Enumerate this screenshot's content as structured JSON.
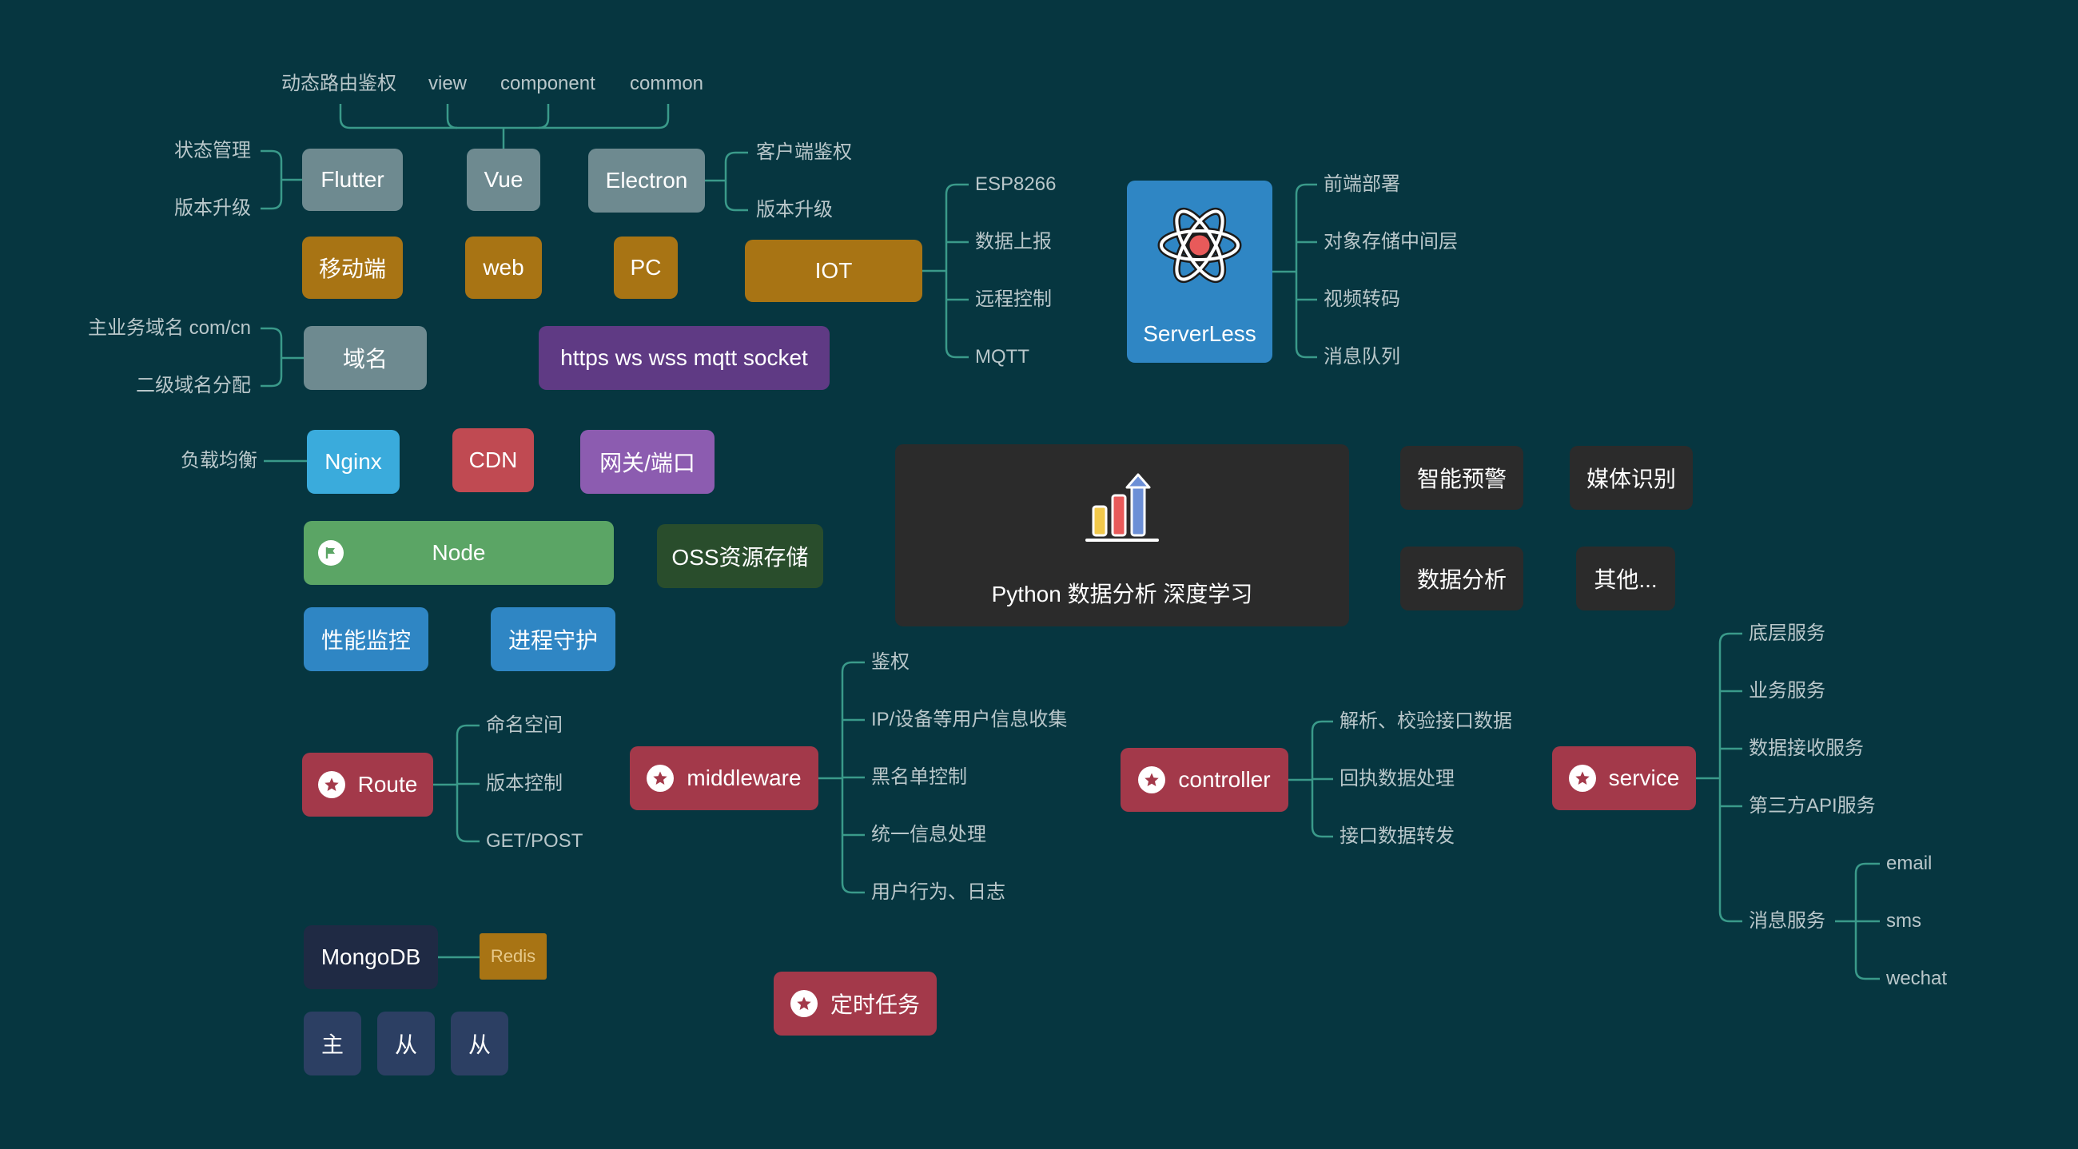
{
  "colors": {
    "background": "#063640",
    "connector": "#3a9a8a",
    "gray_node": "#6e8a90",
    "orange_node": "#a87414",
    "purple_node": "#5f3a84",
    "light_blue_node": "#3aabdc",
    "red_node": "#c04a52",
    "violet_node": "#8c5cb0",
    "green_node": "#5ba565",
    "dark_green_node": "#294d2c",
    "blue_node": "#2f86c4",
    "crimson_node": "#a3394a",
    "navy_node": "#1f2a44",
    "slate_node": "#2c3f63",
    "dark_card": "#2b2b2b"
  },
  "top_labels": [
    "动态路由鉴权",
    "view",
    "component",
    "common"
  ],
  "frameworks": {
    "flutter": "Flutter",
    "vue": "Vue",
    "electron": "Electron",
    "flutter_children": [
      "状态管理",
      "版本升级"
    ],
    "electron_children": [
      "客户端鉴权",
      "版本升级"
    ]
  },
  "platforms": {
    "mobile": "移动端",
    "web": "web",
    "pc": "PC"
  },
  "iot": {
    "label": "IOT",
    "children": [
      "ESP8266",
      "数据上报",
      "远程控制",
      "MQTT"
    ]
  },
  "serverless": {
    "label": "ServerLess",
    "icon": "atom-icon",
    "children": [
      "前端部署",
      "对象存储中间层",
      "视频转码",
      "消息队列"
    ]
  },
  "domain": {
    "label": "域名",
    "children": [
      "主业务域名 com/cn",
      "二级域名分配"
    ]
  },
  "protocols": "https ws wss mqtt socket",
  "network": {
    "nginx": "Nginx",
    "nginx_child": "负载均衡",
    "cdn": "CDN",
    "gateway": "网关/端口"
  },
  "node_bar": {
    "label": "Node",
    "icon": "flag-icon"
  },
  "oss": "OSS资源存储",
  "ops": {
    "monitor": "性能监控",
    "daemon": "进程守护"
  },
  "python_card": {
    "label": "Python 数据分析 深度学习",
    "icon": "bar-chart-arrow-icon"
  },
  "ai_tiles": [
    "智能预警",
    "媒体识别",
    "数据分析",
    "其他..."
  ],
  "route": {
    "label": "Route",
    "children": [
      "命名空间",
      "版本控制",
      "GET/POST"
    ]
  },
  "middleware": {
    "label": "middleware",
    "children": [
      "鉴权",
      "IP/设备等用户信息收集",
      "黑名单控制",
      "统一信息处理",
      "用户行为、日志"
    ]
  },
  "controller": {
    "label": "controller",
    "children": [
      "解析、校验接口数据",
      "回执数据处理",
      "接口数据转发"
    ]
  },
  "service": {
    "label": "service",
    "children": [
      "底层服务",
      "业务服务",
      "数据接收服务",
      "第三方API服务",
      "消息服务"
    ],
    "message_children": [
      "email",
      "sms",
      "wechat"
    ]
  },
  "database": {
    "mongodb": "MongoDB",
    "redis": "Redis",
    "replicas": [
      "主",
      "从",
      "从"
    ]
  },
  "scheduler": "定时任务"
}
